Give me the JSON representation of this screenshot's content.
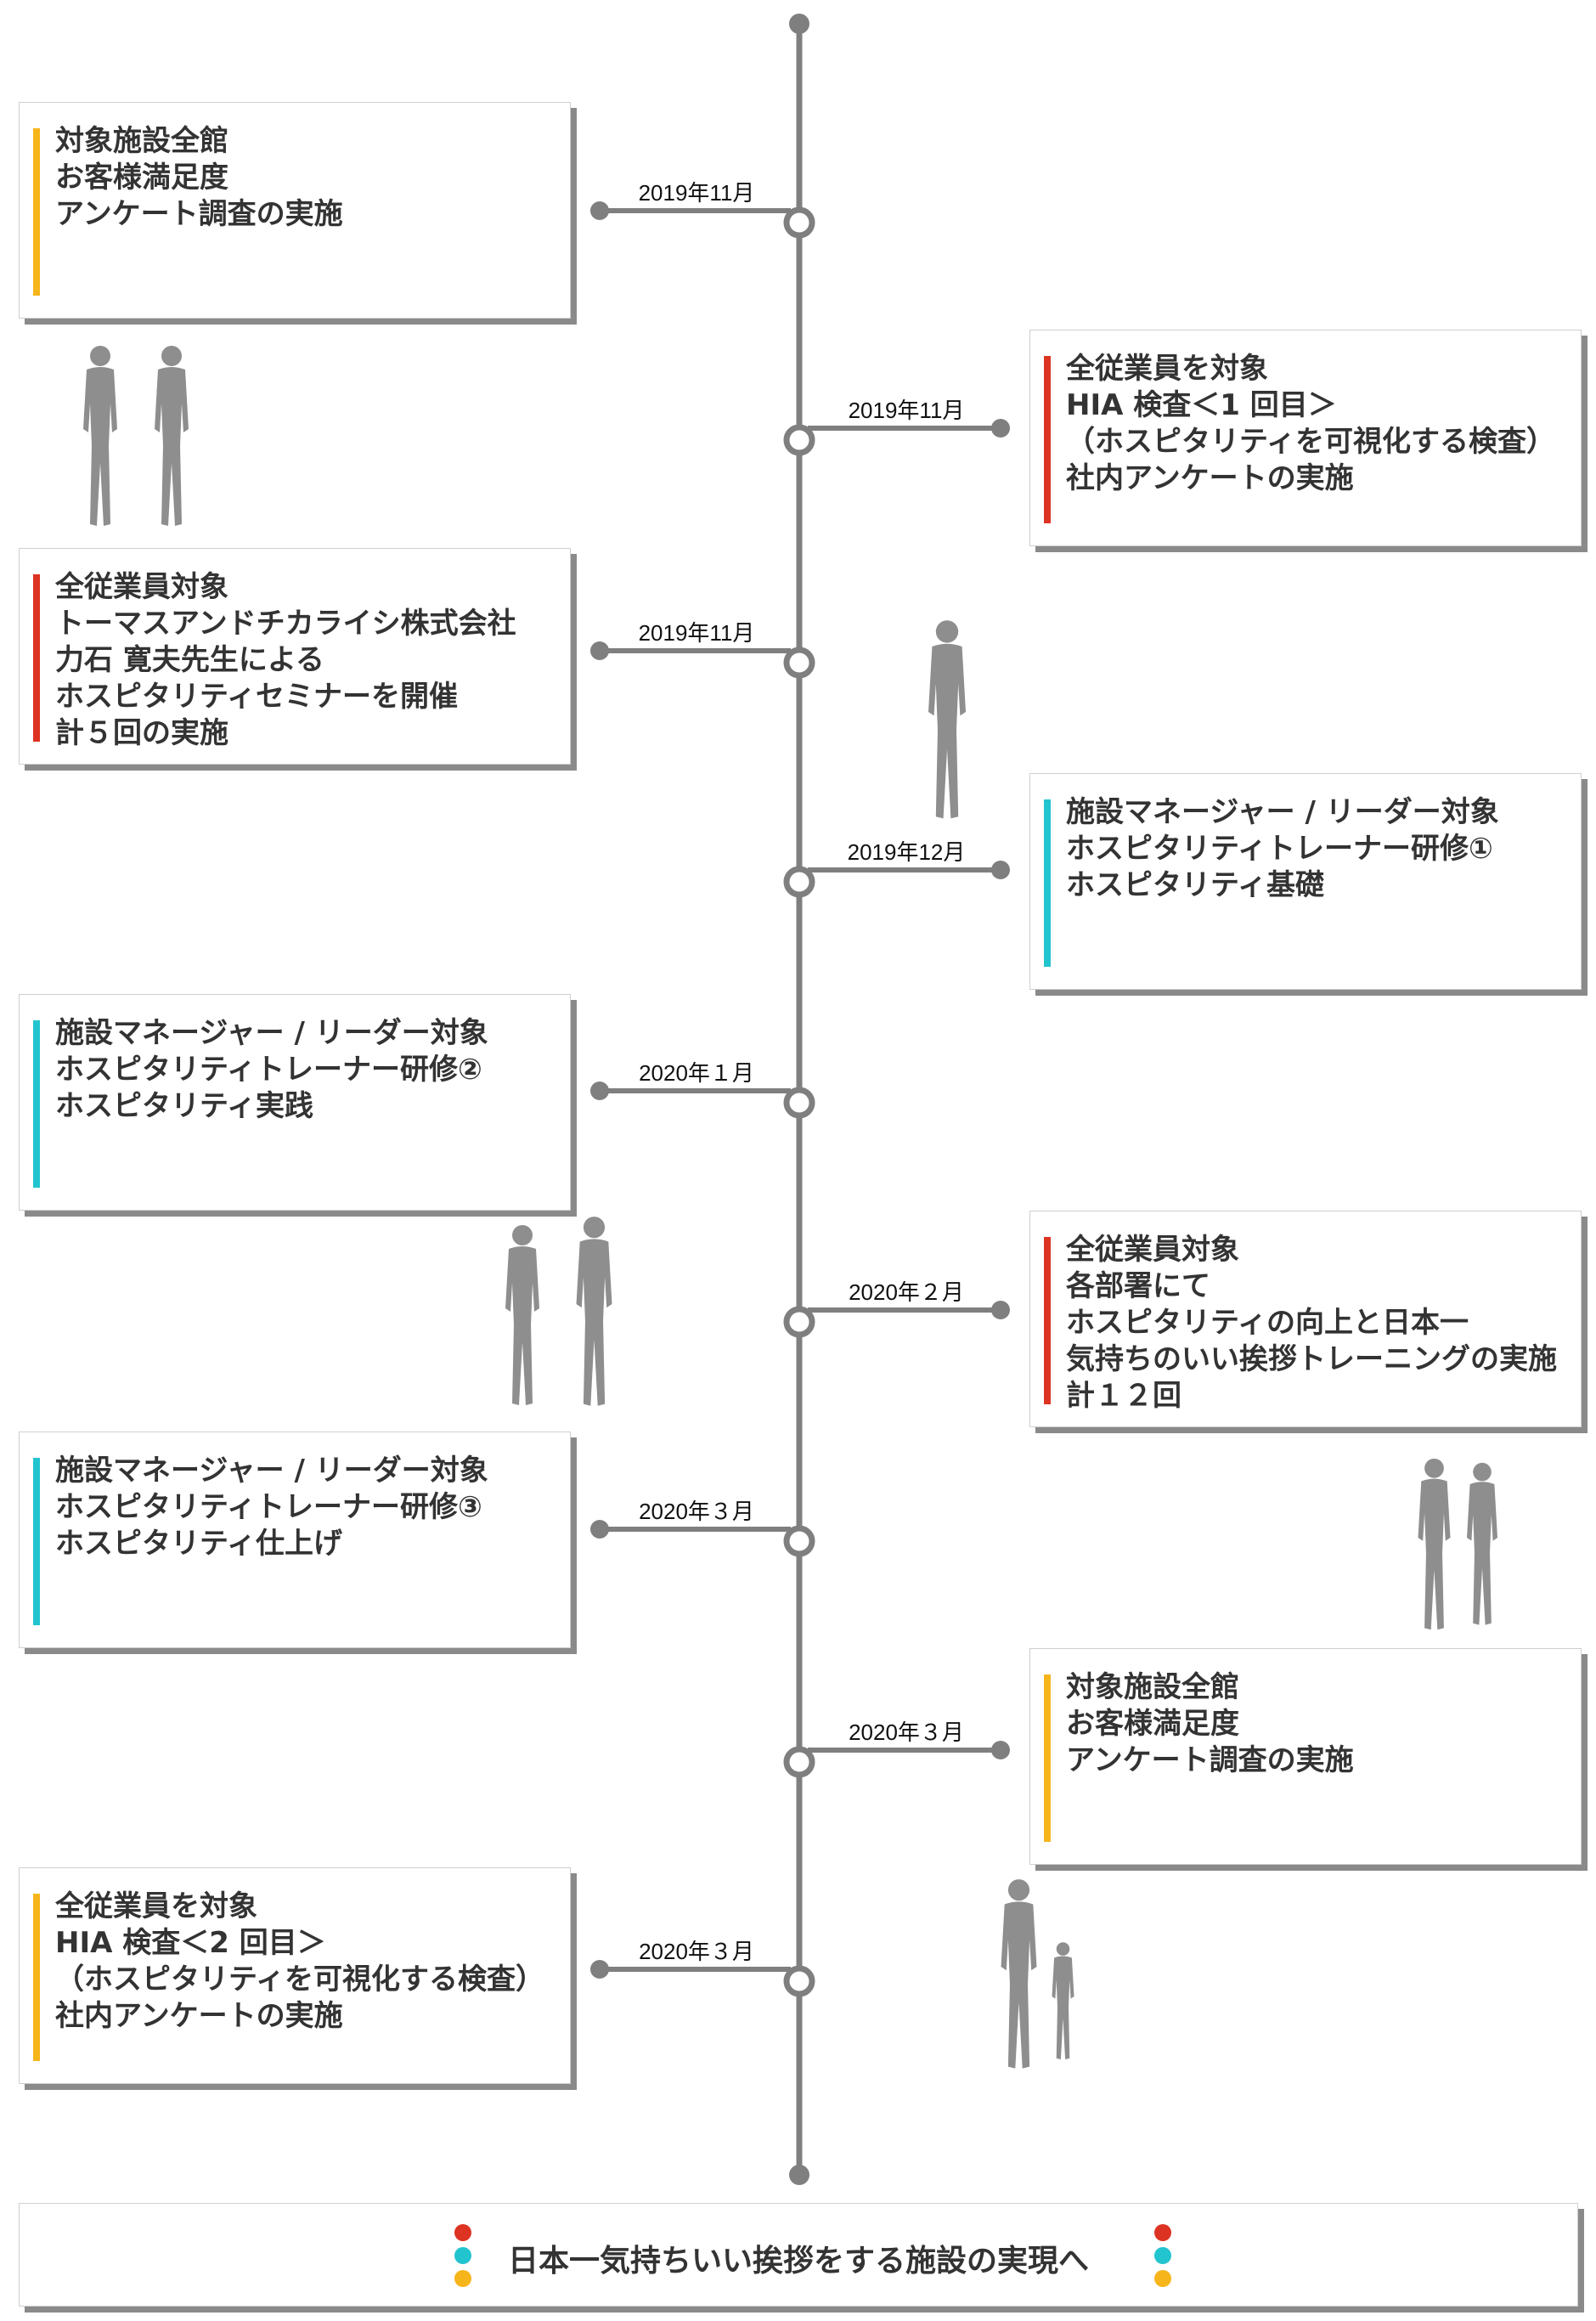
{
  "colors": {
    "red": "#dd3322",
    "cyan": "#22c4cf",
    "yellow": "#f7b51c",
    "line": "#7f7f7f"
  },
  "events": [
    {
      "side": "left",
      "date": "2019年11月",
      "accent": "yellow",
      "lines": [
        "対象施設全館",
        "お客様満足度",
        "アンケート調査の実施"
      ]
    },
    {
      "side": "right",
      "date": "2019年11月",
      "accent": "red",
      "lines": [
        "全従業員を対象",
        "HIA 検査＜1 回目＞",
        "（ホスピタリティを可視化する検査）",
        "社内アンケートの実施"
      ]
    },
    {
      "side": "left",
      "date": "2019年11月",
      "accent": "red",
      "lines": [
        "全従業員対象",
        "トーマスアンドチカライシ株式会社",
        "力石 寛夫先生による",
        "ホスピタリティセミナーを開催",
        "計５回の実施"
      ]
    },
    {
      "side": "right",
      "date": "2019年12月",
      "accent": "cyan",
      "lines": [
        "施設マネージャー / リーダー対象",
        "ホスピタリティトレーナー研修①",
        "ホスピタリティ基礎"
      ]
    },
    {
      "side": "left",
      "date": "2020年１月",
      "accent": "cyan",
      "lines": [
        "施設マネージャー / リーダー対象",
        "ホスピタリティトレーナー研修②",
        "ホスピタリティ実践"
      ]
    },
    {
      "side": "right",
      "date": "2020年２月",
      "accent": "red",
      "lines": [
        "全従業員対象",
        "各部署にて",
        "ホスピタリティの向上と日本一",
        "気持ちのいい挨拶トレーニングの実施",
        "計１２回"
      ]
    },
    {
      "side": "left",
      "date": "2020年３月",
      "accent": "cyan",
      "lines": [
        "施設マネージャー / リーダー対象",
        "ホスピタリティトレーナー研修③",
        "ホスピタリティ仕上げ"
      ]
    },
    {
      "side": "right",
      "date": "2020年３月",
      "accent": "yellow",
      "lines": [
        "対象施設全館",
        "お客様満足度",
        "アンケート調査の実施"
      ]
    },
    {
      "side": "left",
      "date": "2020年３月",
      "accent": "yellow",
      "lines": [
        "全従業員を対象",
        "HIA 検査＜2 回目＞",
        "（ホスピタリティを可視化する検査）",
        "社内アンケートの実施"
      ]
    }
  ],
  "goal": {
    "text": "日本一気持ちいい挨拶をする施設の実現へ",
    "dots": [
      "red",
      "cyan",
      "yellow"
    ]
  },
  "decorations": [
    "people-silhouette-icon"
  ]
}
